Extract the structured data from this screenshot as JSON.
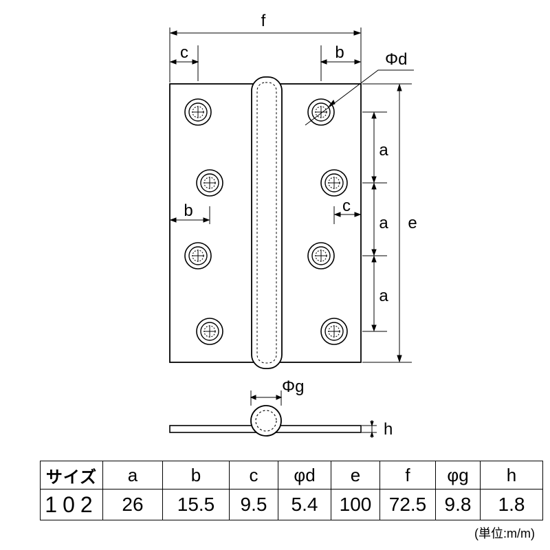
{
  "diagram": {
    "labels": {
      "f": "f",
      "b": "b",
      "c": "c",
      "d": "Φd",
      "a": "a",
      "e": "e",
      "g": "Φg",
      "h": "h"
    }
  },
  "table": {
    "headers": [
      "サイズ",
      "a",
      "b",
      "c",
      "φd",
      "e",
      "f",
      "φg",
      "h"
    ],
    "row": [
      "102",
      "26",
      "15.5",
      "9.5",
      "5.4",
      "100",
      "72.5",
      "9.8",
      "1.8"
    ]
  },
  "unit_note": "(単位:m/m)"
}
